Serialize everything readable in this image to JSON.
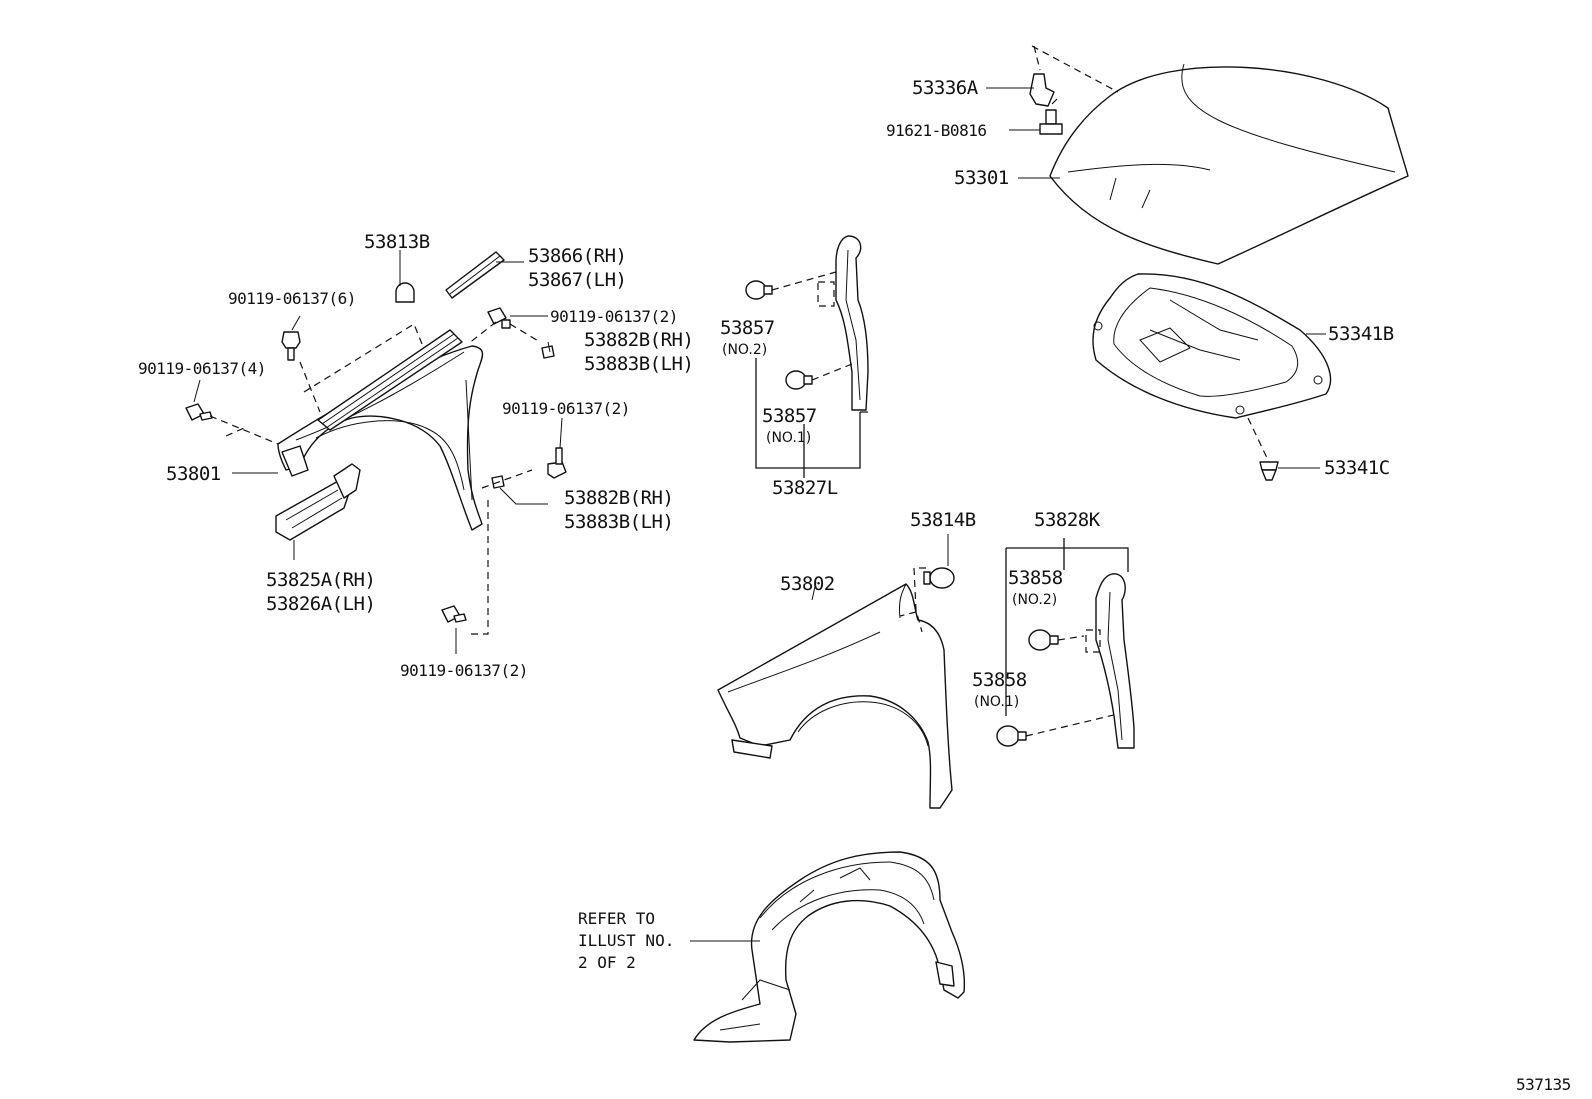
{
  "labels": {
    "hood": "53301",
    "hood_hinge_cover": "53336A",
    "hood_bolt": "91621-B0816",
    "hood_insulator": "53341B",
    "insulator_clip": "53341C",
    "fender_rh": "53801",
    "fender_lh": "53802",
    "cowl_seal": "53813B",
    "cowl_cover_rh": "53866(RH)",
    "cowl_cover_lh": "53867(LH)",
    "screw_top_6": "90119-06137(6)",
    "screw_left_4": "90119-06137(4)",
    "screw_top_2": "90119-06137(2)",
    "screw_mid_2": "90119-06137(2)",
    "screw_bottom_2": "90119-06137(2)",
    "fender_nut_upper_rh": "53882B(RH)",
    "fender_nut_upper_lh": "53883B(LH)",
    "fender_nut_lower_rh": "53882B(RH)",
    "fender_nut_lower_lh": "53883B(LH)",
    "bracket_rh": "53825A(RH)",
    "bracket_lh": "53826A(LH)",
    "seal_rh_group": "53827L",
    "clip_53857_no2": "53857",
    "clip_53857_no2_sub": "(NO.2)",
    "clip_53857_no1": "53857",
    "clip_53857_no1_sub": "(NO.1)",
    "fender_lh_clip": "53814B",
    "seal_lh_group": "53828K",
    "clip_53858_no2": "53858",
    "clip_53858_no2_sub": "(NO.2)",
    "clip_53858_no1": "53858",
    "clip_53858_no1_sub": "(NO.1)",
    "liner_note_line1": "REFER TO",
    "liner_note_line2": "ILLUST NO.",
    "liner_note_line3": "2 OF 2",
    "illustration_number": "537135"
  }
}
